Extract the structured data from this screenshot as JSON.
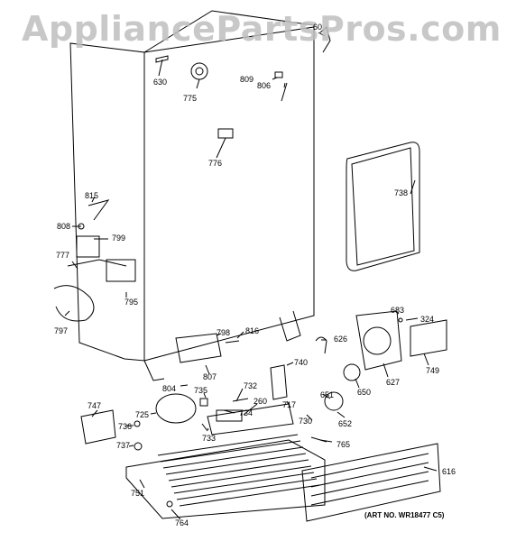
{
  "watermark": "AppliancePartsPros.com",
  "art_number": "(ART NO. WR18477 C5)",
  "parts": {
    "p630": "630",
    "p775": "775",
    "p809": "809",
    "p806": "806",
    "p60": "60",
    "p776": "776",
    "p738": "738",
    "p815": "815",
    "p808": "808",
    "p799": "799",
    "p777": "777",
    "p795": "795",
    "p797": "797",
    "p683": "683",
    "p324": "324",
    "p798": "798",
    "p816": "816",
    "p626": "626",
    "p749": "749",
    "p807": "807",
    "p740": "740",
    "p627": "627",
    "p804": "804",
    "p735": "735",
    "p732": "732",
    "p650": "650",
    "p651": "651",
    "p747": "747",
    "p725": "725",
    "p260": "260",
    "p717": "717",
    "p734": "734",
    "p730": "730",
    "p652": "652",
    "p736": "736",
    "p733": "733",
    "p765": "765",
    "p737": "737",
    "p616": "616",
    "p751": "751",
    "p764": "764"
  }
}
